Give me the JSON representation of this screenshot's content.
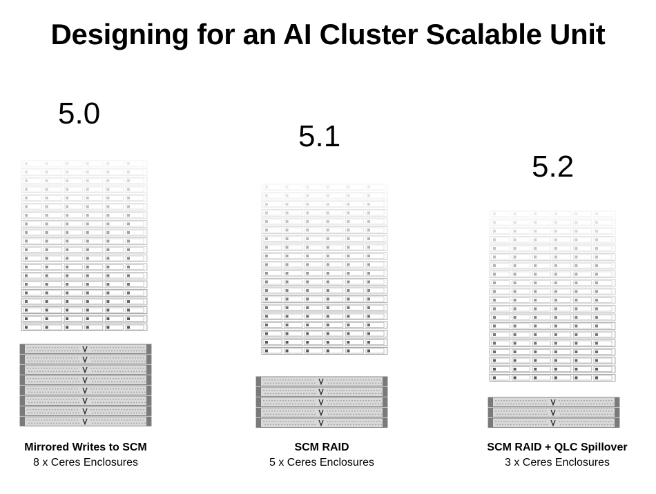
{
  "title": "Designing for an AI Cluster Scalable Unit",
  "options": [
    {
      "version": "5.0",
      "caption_title": "Mirrored Writes to SCM",
      "caption_sub": "8 x Ceres Enclosures",
      "server_count": 20,
      "enclosure_count": 8
    },
    {
      "version": "5.1",
      "caption_title": "SCM RAID",
      "caption_sub": "5 x Ceres Enclosures",
      "server_count": 20,
      "enclosure_count": 5
    },
    {
      "version": "5.2",
      "caption_title": "SCM RAID + QLC Spillover",
      "caption_sub": "3 x Ceres Enclosures",
      "server_count": 20,
      "enclosure_count": 3
    }
  ]
}
